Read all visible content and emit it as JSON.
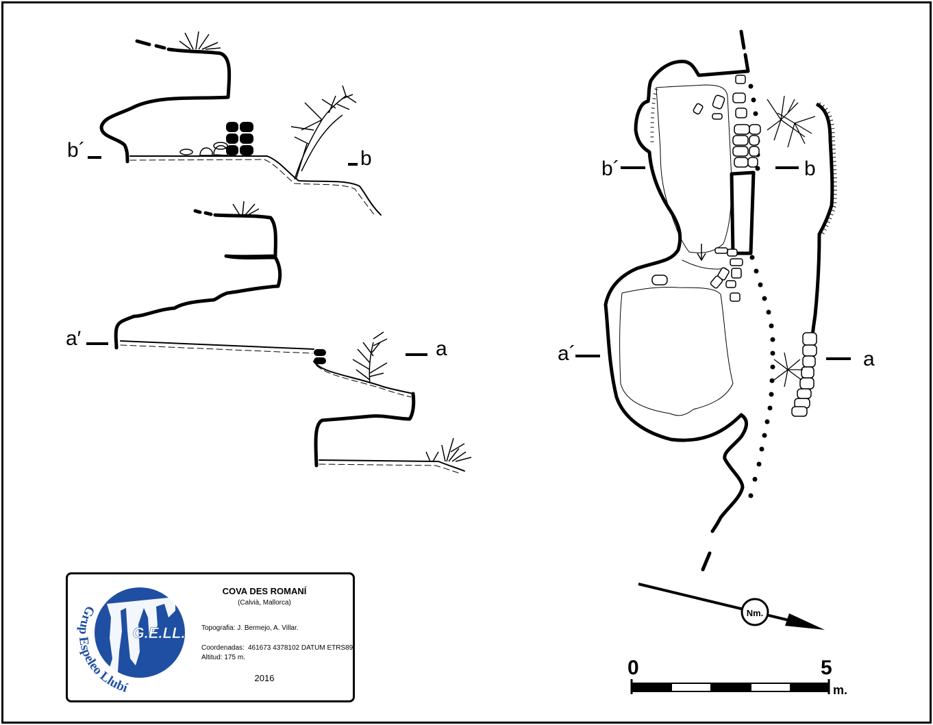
{
  "sections": {
    "upper": {
      "left_label": "b´",
      "right_label": "b"
    },
    "lower": {
      "left_label": "a′",
      "right_label": "a"
    }
  },
  "plan": {
    "labels": {
      "b_left": "b´",
      "b_right": "b",
      "a_left": "a´",
      "a_right": "a"
    },
    "north": {
      "label": "Nm."
    }
  },
  "scale_bar": {
    "start": "0",
    "end": "5",
    "unit": "m.",
    "segments": 5
  },
  "info": {
    "title": "COVA DES ROMANÍ",
    "subtitle": "(Calvià, Mallorca)",
    "topography": "Topografia: J. Bermejo, A. Villar.",
    "coordinates_label": "Coordenadas:",
    "coordinates_value": "461673 4378102 DATUM ETRS89.",
    "altitude": "Altitud: 175 m.",
    "year": "2016"
  },
  "logo": {
    "acronym": "G.E.LL.",
    "ring_text": "Grup Espeleo Llubí",
    "color": "#1f4fa3"
  }
}
